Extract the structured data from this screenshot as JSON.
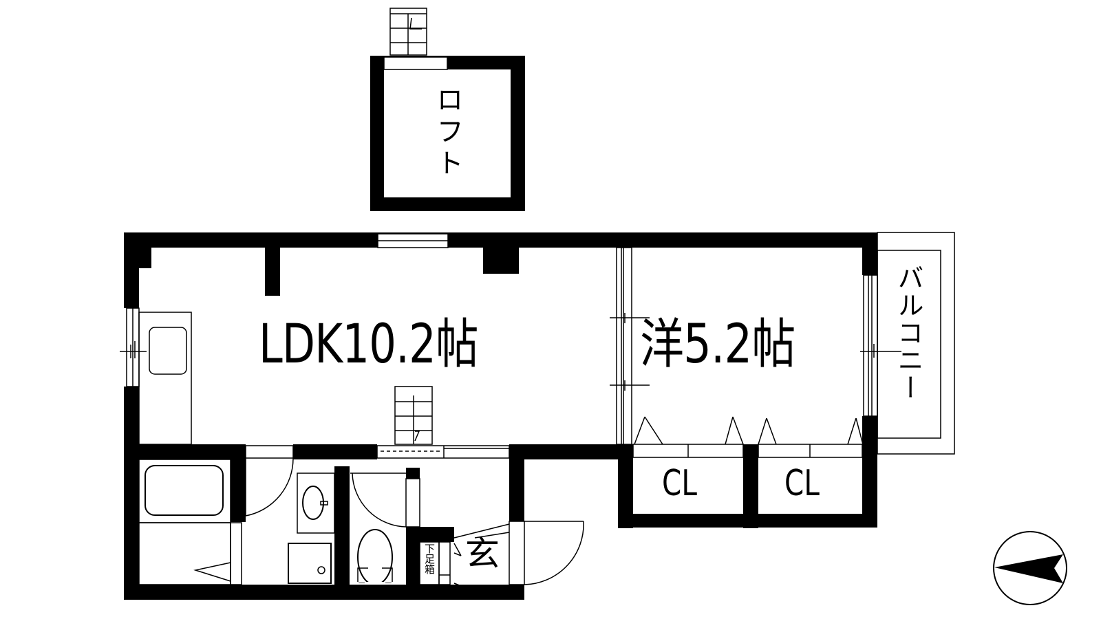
{
  "floorplan": {
    "rooms": {
      "ldk": {
        "label": "LDK10.2帖",
        "type": "LDK",
        "size_jo": 10.2
      },
      "western": {
        "label": "洋5.2帖",
        "type": "洋室",
        "size_jo": 5.2
      },
      "closet_1": {
        "label": "CL"
      },
      "closet_2": {
        "label": "CL"
      },
      "loft": {
        "label": "ロフト"
      },
      "balcony": {
        "label": "バルコニー"
      },
      "entrance": {
        "label": "玄"
      },
      "shoe_box": {
        "label": "下足箱"
      }
    },
    "compass": {
      "direction_pointer": "west-pointing arrow"
    },
    "colors": {
      "wall": "#000000",
      "background": "#ffffff",
      "line": "#000000"
    }
  }
}
